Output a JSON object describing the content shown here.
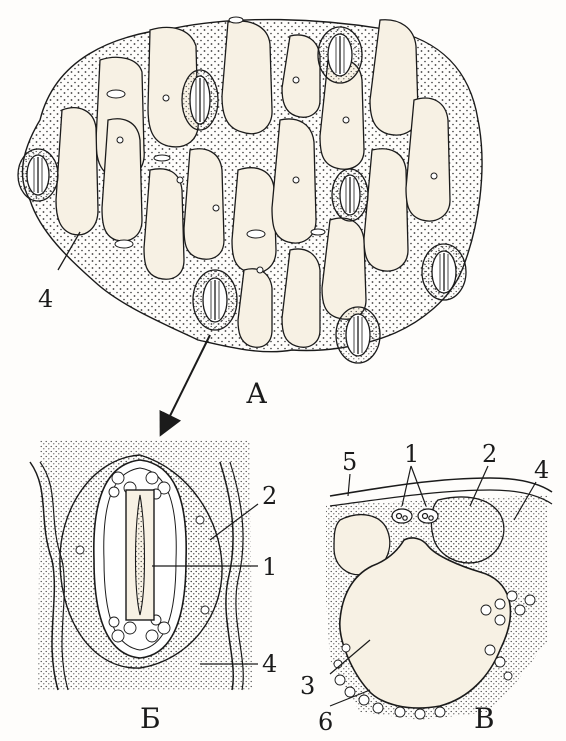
{
  "panels": {
    "a": {
      "letter": "А"
    },
    "b": {
      "letter": "Б"
    },
    "v": {
      "letter": "В"
    }
  },
  "labels": {
    "a_4": "4",
    "b_1": "1",
    "b_2": "2",
    "b_4": "4",
    "v_1": "1",
    "v_2": "2",
    "v_3": "3",
    "v_4": "4",
    "v_5": "5",
    "v_6": "6"
  },
  "colors": {
    "ink": "#1b1b1b",
    "stipple": "#3a3a3a",
    "cell_fill": "#f7f1e4",
    "paper": "#fefdfb"
  }
}
